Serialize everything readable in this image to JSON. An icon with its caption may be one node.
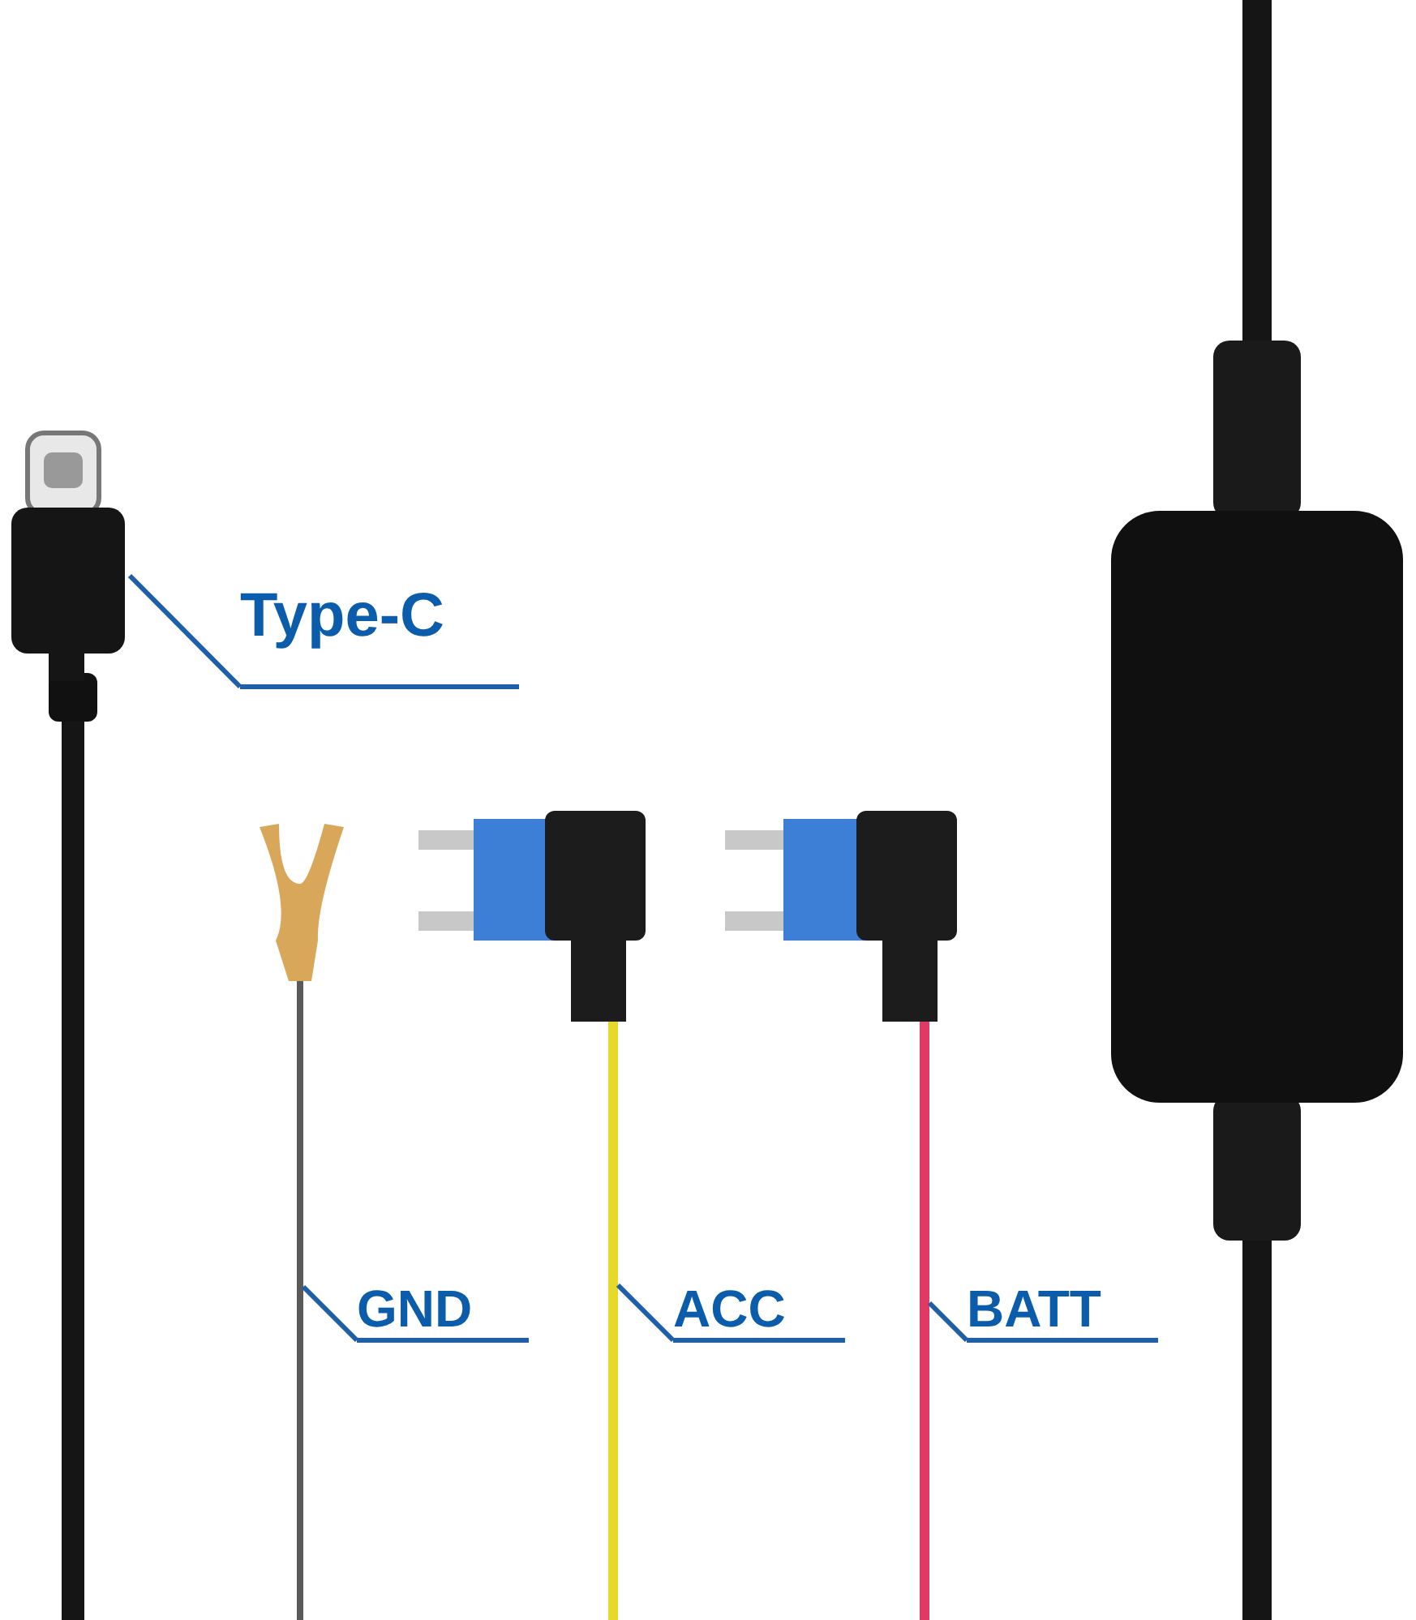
{
  "diagram": {
    "nodes": [
      {
        "text": [
          "Type-C"
        ]
      },
      {
        "text": [],
        "shape": "plug"
      },
      {
        "text": [
          "GND"
        ]
      },
      {
        "text": [],
        "shape": "line"
      },
      {
        "text": [
          "ACC"
        ]
      },
      {
        "text": [],
        "shape": "line"
      },
      {
        "text": [
          "BATT"
        ]
      },
      {
        "text": [],
        "shape": "line"
      }
    ],
    "edges": [
      {
        "from": 0,
        "to": 1,
        "arrow": "none"
      },
      {
        "from": 2,
        "to": 3,
        "arrow": "none"
      },
      {
        "from": 4,
        "to": 5,
        "arrow": "none"
      },
      {
        "from": 6,
        "to": 7,
        "arrow": "none"
      }
    ]
  }
}
